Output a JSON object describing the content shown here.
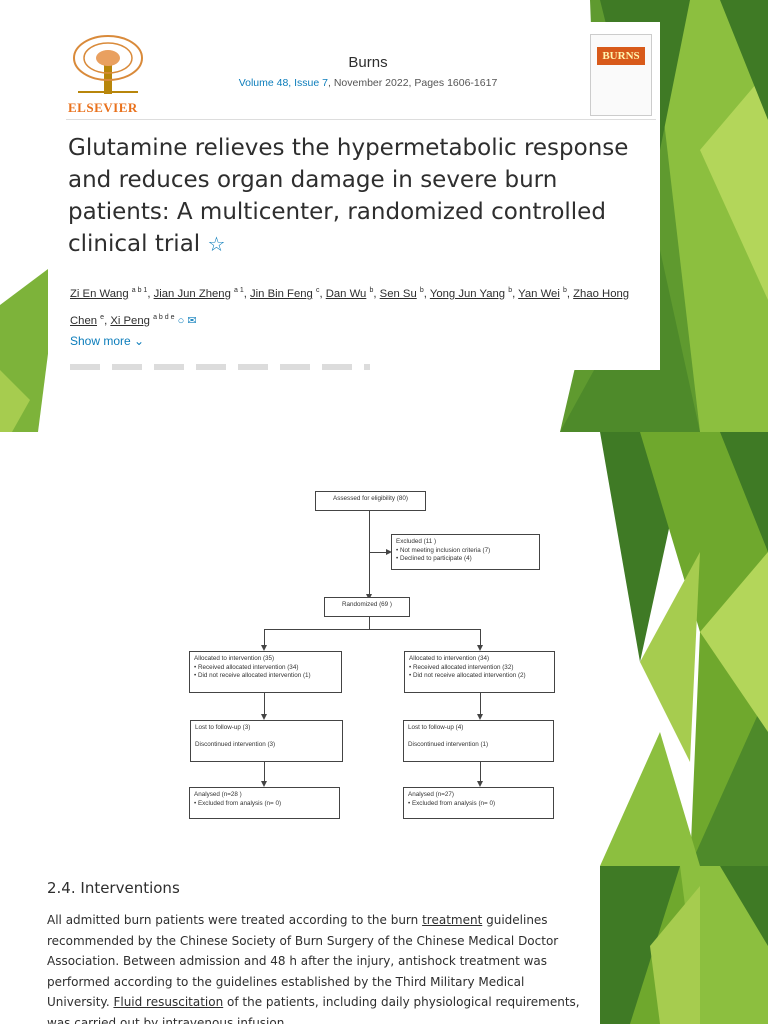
{
  "article": {
    "publisher": "ELSEVIER",
    "journal": "Burns",
    "volume_link": "Volume 48, Issue 7",
    "date_pages": ", November 2022, Pages 1606-1617",
    "cover_label": "BURNS",
    "title": "Glutamine relieves the hypermetabolic response and reduces organ damage in severe burn patients: A multicenter, randomized controlled clinical trial",
    "authors": [
      {
        "name": "Zi En Wang",
        "sup": "a b 1"
      },
      {
        "name": "Jian Jun Zheng",
        "sup": "a 1"
      },
      {
        "name": "Jin Bin Feng",
        "sup": "c"
      },
      {
        "name": "Dan Wu",
        "sup": "b"
      },
      {
        "name": "Sen Su",
        "sup": "b"
      },
      {
        "name": "Yong Jun Yang",
        "sup": "b"
      },
      {
        "name": "Yan Wei",
        "sup": "b"
      },
      {
        "name": "Zhao Hong Chen",
        "sup": "e"
      },
      {
        "name": "Xi Peng",
        "sup": "a b d e"
      }
    ],
    "show_more": "Show more",
    "icons": {
      "star": "star-icon",
      "person": "person-icon",
      "mail": "mail-icon",
      "chevron": "chevron-down-icon"
    }
  },
  "flowchart": {
    "assessed": "Assessed for eligibility (80)",
    "excluded_title": "Excluded  (11 )",
    "excluded_items": [
      "• Not meeting inclusion criteria (7)",
      "• Declined to participate (4)"
    ],
    "randomized": "Randomized (69  )",
    "left": {
      "allocation": "Allocated to intervention (35)",
      "allocation_items": [
        "• Received allocated intervention (34)",
        "• Did not receive allocated intervention (1)"
      ],
      "followup": "Lost to follow-up  (3)",
      "discontinued": "Discontinued intervention  (3)",
      "analysed": "Analysed  (n=28  )",
      "analysed_items": [
        "• Excluded from analysis (n= 0)"
      ]
    },
    "right": {
      "allocation": "Allocated to intervention (34)",
      "allocation_items": [
        "• Received allocated intervention (32)",
        "• Did not receive allocated intervention (2)"
      ],
      "followup": "Lost to follow-up  (4)",
      "discontinued": "Discontinued intervention (1)",
      "analysed": "Analysed   (n=27)",
      "analysed_items": [
        "• Excluded from analysis  (n= 0)"
      ]
    }
  },
  "section": {
    "heading": "2.4. Interventions",
    "p1": "All admitted burn patients were treated according to the burn ",
    "link1": "treatment",
    "p2": " guidelines recommended by the Chinese Society of Burn Surgery of the Chinese Medical Doctor Association. Between admission and 48 h after the injury, antishock treatment was performed according to the guidelines established by the Third Military Medical University. ",
    "link2": "Fluid resuscitation",
    "p3": " of the patients, including daily physiological requirements, was carried out by intravenous infusion."
  },
  "colors": {
    "green_dark": "#3f7a25",
    "green_mid": "#6fa82d",
    "green_light": "#a6cc4f",
    "link": "#0c7dbb",
    "elsevier_orange": "#e9711c"
  }
}
